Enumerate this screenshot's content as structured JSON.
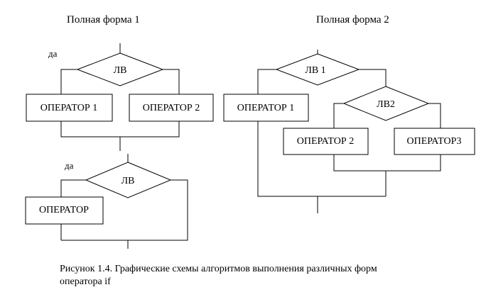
{
  "diagram": {
    "left_title": "Полная форма 1",
    "right_title": "Полная форма 2",
    "yes_label": "да",
    "cond": "ЛВ",
    "cond1": "ЛВ 1",
    "cond2": "ЛВ2",
    "op1": "ОПЕРАТОР 1",
    "op2": "ОПЕРАТОР 2",
    "op3": "ОПЕРАТОР3",
    "op": "ОПЕРАТОР"
  },
  "caption": {
    "line1": "Рисунок 1.4. Графические схемы алгоритмов выполнения различных форм",
    "line2": "оператора if"
  },
  "colors": {
    "line": "#000000",
    "background": "#ffffff"
  }
}
